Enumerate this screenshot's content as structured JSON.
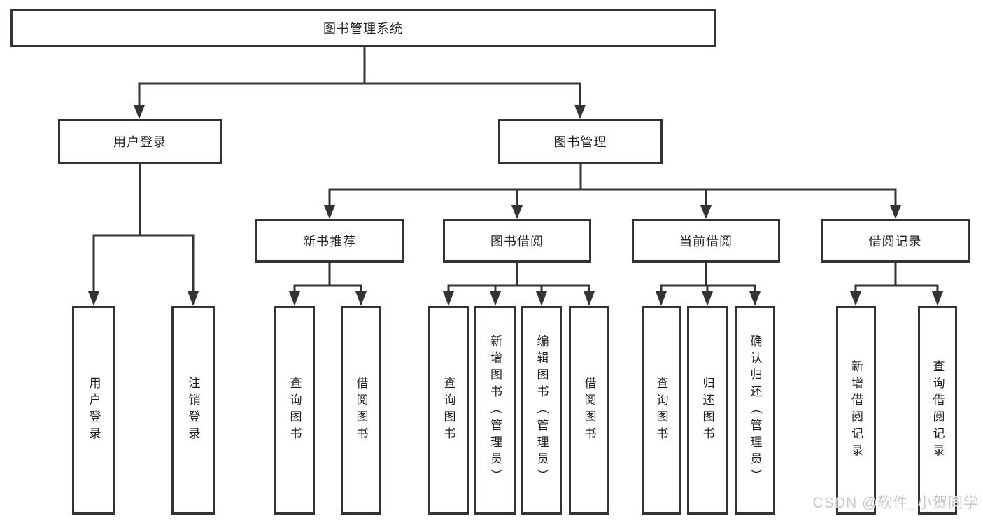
{
  "diagram_title": "图书管理系统",
  "tree": {
    "label": "图书管理系统",
    "children": [
      {
        "label": "用户登录",
        "children": [
          {
            "label": "用户登录"
          },
          {
            "label": "注销登录"
          }
        ]
      },
      {
        "label": "图书管理",
        "children": [
          {
            "label": "新书推荐",
            "children": [
              {
                "label": "查询图书"
              },
              {
                "label": "借阅图书"
              }
            ]
          },
          {
            "label": "图书借阅",
            "children": [
              {
                "label": "查询图书"
              },
              {
                "label": "新增图书（管理员）"
              },
              {
                "label": "编辑图书（管理员）"
              },
              {
                "label": "借阅图书"
              }
            ]
          },
          {
            "label": "当前借阅",
            "children": [
              {
                "label": "查询图书"
              },
              {
                "label": "归还图书"
              },
              {
                "label": "确认归还（管理员）"
              }
            ]
          },
          {
            "label": "借阅记录",
            "children": [
              {
                "label": "新增借阅记录"
              },
              {
                "label": "查询借阅记录"
              }
            ]
          }
        ]
      }
    ]
  },
  "watermark": {
    "text": "CSDN @软件_小贺同学"
  },
  "colors": {
    "line": "#333333",
    "box_border": "#333333",
    "text": "#1f1f1f",
    "background": "#ffffff",
    "watermark": "#c6c6c6"
  }
}
